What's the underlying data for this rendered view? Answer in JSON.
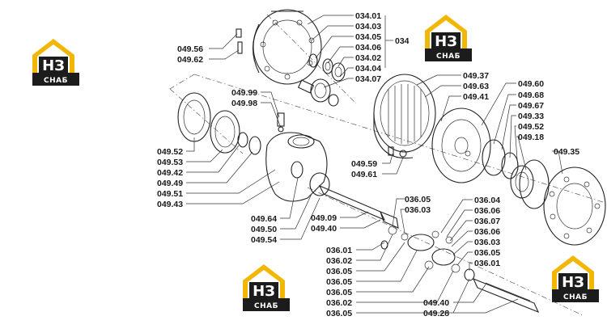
{
  "logo": {
    "letters": "НЗ",
    "sub": "СНАБ",
    "color": "#f2b705",
    "dark": "#1c1c1c"
  },
  "labels": {
    "l034_01": "034.01",
    "l034_03": "034.03",
    "l034_05": "034.05",
    "l034": "034",
    "l034_06": "034.06",
    "l034_02": "034.02",
    "l034_04": "034.04",
    "l034_07": "034.07",
    "l049_56": "049.56",
    "l049_62": "049.62",
    "l049_99": "049.99",
    "l049_98": "049.98",
    "l049_52a": "049.52",
    "l049_53": "049.53",
    "l049_42": "049.42",
    "l049_49": "049.49",
    "l049_51": "049.51",
    "l049_43": "049.43",
    "l049_37": "049.37",
    "l049_63": "049.63",
    "l049_41": "049.41",
    "l049_60": "049.60",
    "l049_68": "049.68",
    "l049_67": "049.67",
    "l049_33": "049.33",
    "l049_52b": "049.52",
    "l049_18": "049.18",
    "l049_35": "049.35",
    "l049_59": "049.59",
    "l049_61": "049.61",
    "l049_64": "049.64",
    "l049_50": "049.50",
    "l049_54": "049.54",
    "l049_09": "049.09",
    "l049_40a": "049.40",
    "l036_05a": "036.05",
    "l036_03a": "036.03",
    "l036_04": "036.04",
    "l036_06a": "036.06",
    "l036_07": "036.07",
    "l036_06b": "036.06",
    "l036_03b": "036.03",
    "l036_05b": "036.05",
    "l036_01b": "036.01",
    "l036_01a": "036.01",
    "l036_02a": "036.02",
    "l036_05c": "036.05",
    "l036_05d": "036.05",
    "l036_05e": "036.05",
    "l036_02b": "036.02",
    "l036_05f": "036.05",
    "l049_40b": "049.40",
    "l049_28": "049.28"
  }
}
